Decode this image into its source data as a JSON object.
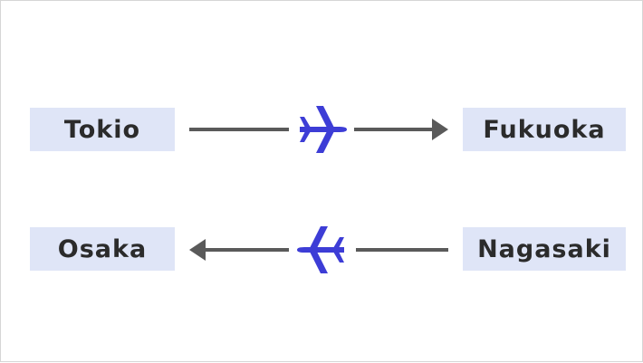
{
  "colors": {
    "box_background": "#dfe5f7",
    "text": "#2b2b2b",
    "arrow": "#5a5a5a",
    "plane": "#3d3dd6"
  },
  "routes": [
    {
      "from": "Tokio",
      "to": "Fukuoka",
      "direction": "right",
      "icon": "airplane-icon"
    },
    {
      "from": "Nagasaki",
      "to": "Osaka",
      "direction": "left",
      "icon": "airplane-icon"
    }
  ]
}
